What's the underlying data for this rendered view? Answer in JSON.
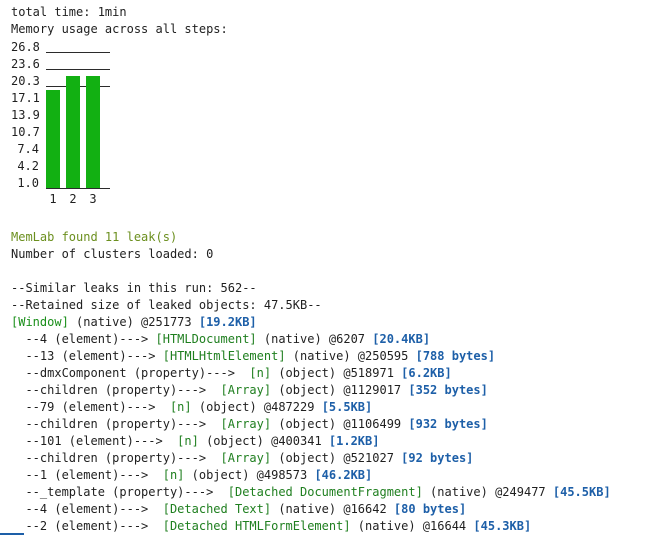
{
  "header": {
    "total_time": "total time: 1min",
    "memory_title": "Memory usage across all steps:"
  },
  "chart_data": {
    "type": "bar",
    "categories": [
      "1",
      "2",
      "3"
    ],
    "values": [
      19.0,
      21.5,
      21.5
    ],
    "y_ticks": [
      "26.8",
      "23.6",
      "20.3",
      "17.1",
      "13.9",
      "10.7",
      "7.4",
      "4.2",
      "1.0"
    ],
    "ylim": [
      1.0,
      26.8
    ],
    "title": "Memory usage across all steps:",
    "grid": false
  },
  "summary": {
    "leaks": "MemLab found 11 leak(s)",
    "clusters": "Number of clusters loaded: 0"
  },
  "leak_report": {
    "similar": "--Similar leaks in this run: 562--",
    "retained": "--Retained size of leaked objects: 47.5KB--",
    "root": {
      "label": "[Window]",
      "detail": " (native) @251773 ",
      "size": "[19.2KB]"
    },
    "chain": [
      {
        "edge": "  --4 (element)---> ",
        "type": "[HTMLDocument]",
        "detail": " (native) @6207 ",
        "size": "[20.4KB]"
      },
      {
        "edge": "  --13 (element)---> ",
        "type": "[HTMLHtmlElement]",
        "detail": " (native) @250595 ",
        "size": "[788 bytes]"
      },
      {
        "edge": "  --dmxComponent (property)--->  ",
        "type": "[n]",
        "detail": " (object) @518971 ",
        "size": "[6.2KB]"
      },
      {
        "edge": "  --children (property)--->  ",
        "type": "[Array]",
        "detail": " (object) @1129017 ",
        "size": "[352 bytes]"
      },
      {
        "edge": "  --79 (element)--->  ",
        "type": "[n]",
        "detail": " (object) @487229 ",
        "size": "[5.5KB]"
      },
      {
        "edge": "  --children (property)--->  ",
        "type": "[Array]",
        "detail": " (object) @1106499 ",
        "size": "[932 bytes]"
      },
      {
        "edge": "  --101 (element)--->  ",
        "type": "[n]",
        "detail": " (object) @400341 ",
        "size": "[1.2KB]"
      },
      {
        "edge": "  --children (property)--->  ",
        "type": "[Array]",
        "detail": " (object) @521027 ",
        "size": "[92 bytes]"
      },
      {
        "edge": "  --1 (element)--->  ",
        "type": "[n]",
        "detail": " (object) @498573 ",
        "size": "[46.2KB]"
      },
      {
        "edge": "  --_template (property)--->  ",
        "type": "[Detached DocumentFragment]",
        "detail": " (native) @249477 ",
        "size": "[45.5KB]"
      },
      {
        "edge": "  --4 (element)--->  ",
        "type": "[Detached Text]",
        "detail": " (native) @16642 ",
        "size": "[80 bytes]"
      },
      {
        "edge": "  --2 (element)--->  ",
        "type": "[Detached HTMLFormElement]",
        "detail": " (native) @16644 ",
        "size": "[45.3KB]"
      }
    ]
  },
  "colors": {
    "bar": "#12b012",
    "summary_text": "#6b8f1e",
    "size_text": "#1d5fa8",
    "type_text": "#1f7f1f"
  }
}
